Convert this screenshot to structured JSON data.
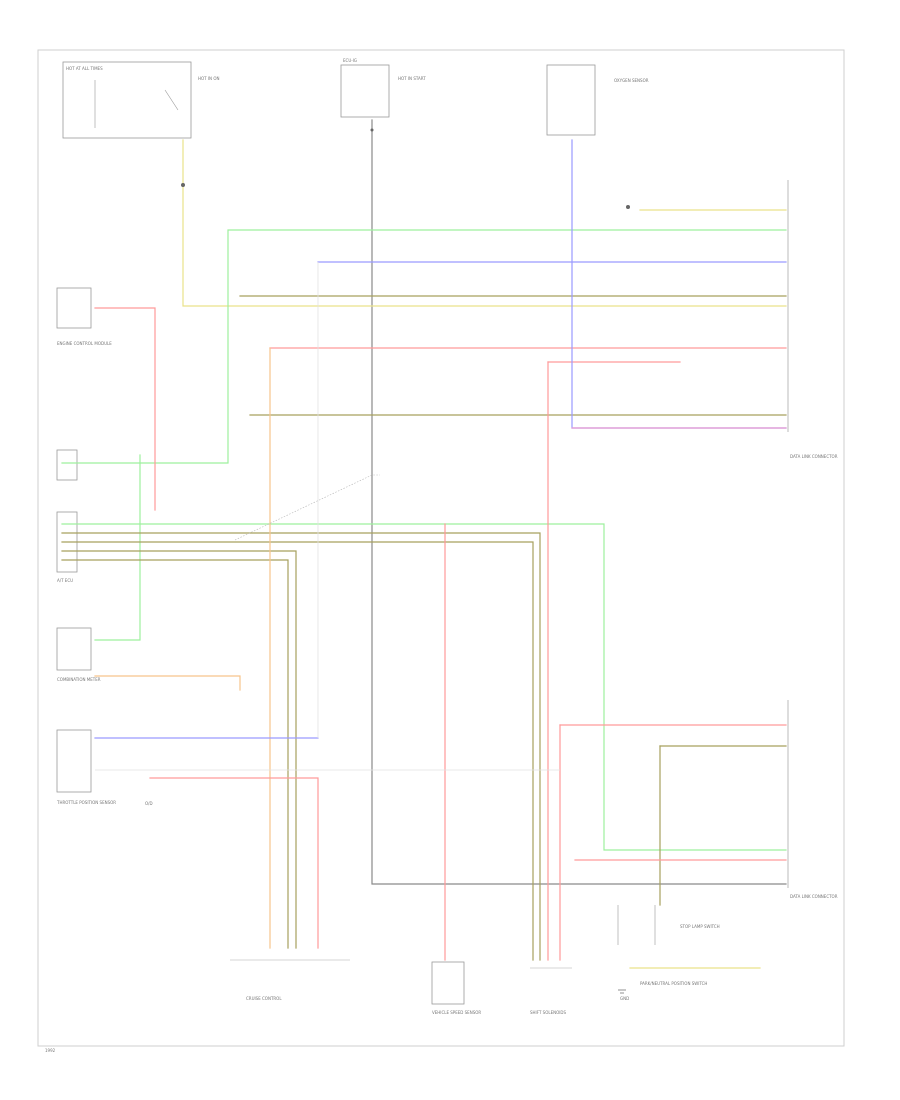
{
  "diagram": {
    "type": "wiring-schematic",
    "text": {
      "hot_in_on": "HOT IN ON",
      "hot_at_all_times": "HOT AT ALL TIMES",
      "hot_in_start": "HOT IN START",
      "fuse_label": "ECU-IG",
      "gnd": "GND",
      "engine_control_module": "ENGINE CONTROL MODULE",
      "data_link_connector": "DATA LINK CONNECTOR",
      "combination_meter": "COMBINATION METER",
      "throttle_position_sensor": "THROTTLE POSITION SENSOR",
      "cruise_control": "CRUISE CONTROL",
      "park_neutral": "PARK/NEUTRAL POSITION SWITCH",
      "speed_sensor": "VEHICLE SPEED SENSOR",
      "sensor_note": "OXYGEN SENSOR",
      "a_t_ecu": "A/T ECU",
      "shift_solenoids": "SHIFT SOLENOIDS",
      "stop_lamp_switch": "STOP LAMP SWITCH",
      "overdrive": "O/D",
      "footer": "1992"
    },
    "wire_colors": {
      "green": "#9ef09e",
      "olive": "#a6a05e",
      "yellow": "#e9e28a",
      "red": "#ff9a9a",
      "orange": "#f7c48c",
      "blue": "#9a9aff",
      "pink": "#e79ad0",
      "gray": "#8a8a8a",
      "dark_green": "#6aa86a"
    }
  }
}
